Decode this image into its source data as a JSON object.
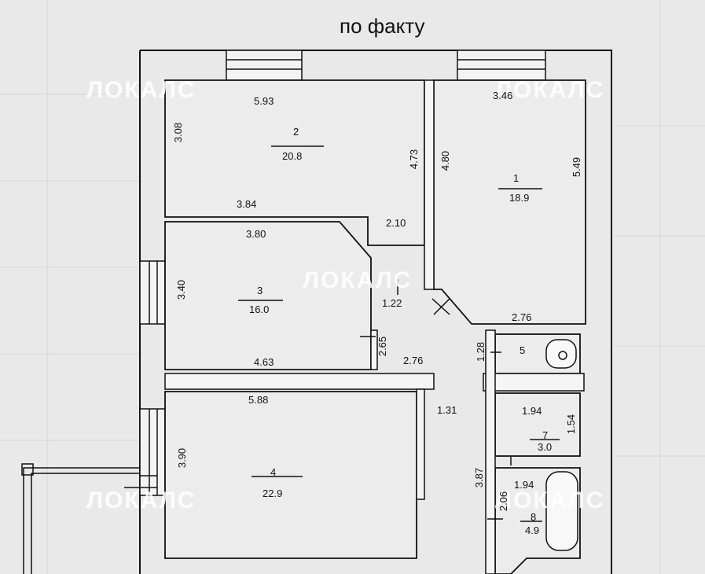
{
  "title": "по факту",
  "watermark": "ЛОКАЛС",
  "rooms": [
    {
      "number": "1",
      "area": "18.9"
    },
    {
      "number": "2",
      "area": "20.8"
    },
    {
      "number": "3",
      "area": "16.0"
    },
    {
      "number": "4",
      "area": "22.9"
    },
    {
      "number": "5",
      "area": ""
    },
    {
      "number": "7",
      "area": "3.0"
    },
    {
      "number": "8",
      "area": "4.9"
    }
  ],
  "dimensions": {
    "r2_top": "5.93",
    "r2_left": "3.08",
    "r2_right": "4.73",
    "r2_bottom": "3.84",
    "r1_top": "3.46",
    "r1_left": "4.80",
    "r1_right": "5.49",
    "r1_bottom": "2.76",
    "hall_upper": "2.10",
    "r3_top": "3.80",
    "r3_left": "3.40",
    "r3_bottom": "4.63",
    "door_122": "1.22",
    "door_265": "2.65",
    "hall_276": "2.76",
    "r5_left": "1.28",
    "r7_top": "1.94",
    "r7_right": "1.54",
    "r7_bottom": "1.94",
    "hall_131": "1.31",
    "r4_top": "5.88",
    "r4_left": "3.90",
    "r8_left_outer": "3.87",
    "r8_left_inner": "2.06"
  },
  "colors": {
    "background": "#e9e9e9",
    "line": "#111111",
    "room": "#ececec"
  }
}
